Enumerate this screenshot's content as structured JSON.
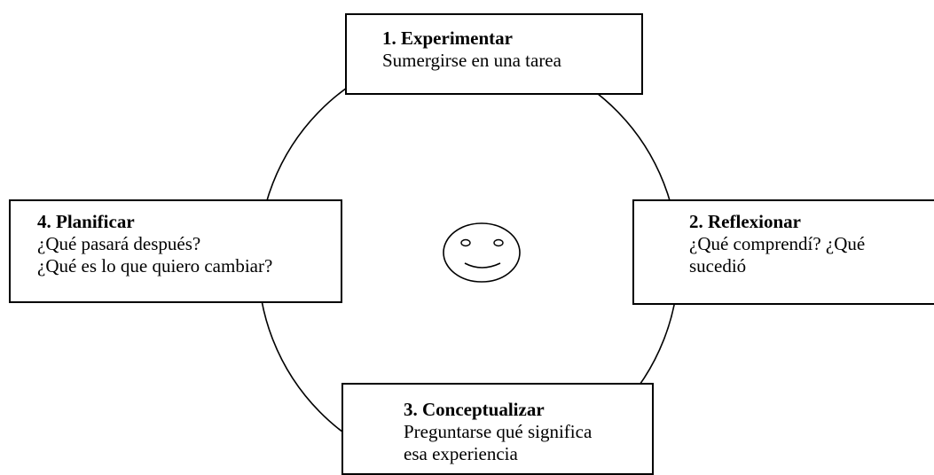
{
  "diagram": {
    "type": "cycle",
    "steps": [
      {
        "id": "1",
        "title": "1. Experimentar",
        "lines": [
          "Sumergirse en una tarea"
        ]
      },
      {
        "id": "2",
        "title": "2. Reflexionar",
        "lines": [
          "¿Qué comprendí? ¿Qué",
          "sucedió"
        ]
      },
      {
        "id": "3",
        "title": "3. Conceptualizar",
        "lines": [
          "Preguntarse qué significa",
          "esa experiencia"
        ]
      },
      {
        "id": "4",
        "title": "4. Planificar",
        "lines": [
          "¿Qué pasará después?",
          "¿Qué es lo que quiero cambiar?"
        ]
      }
    ],
    "center_icon": "smiley-face-icon",
    "colors": {
      "stroke": "#000000",
      "background": "#ffffff"
    }
  }
}
